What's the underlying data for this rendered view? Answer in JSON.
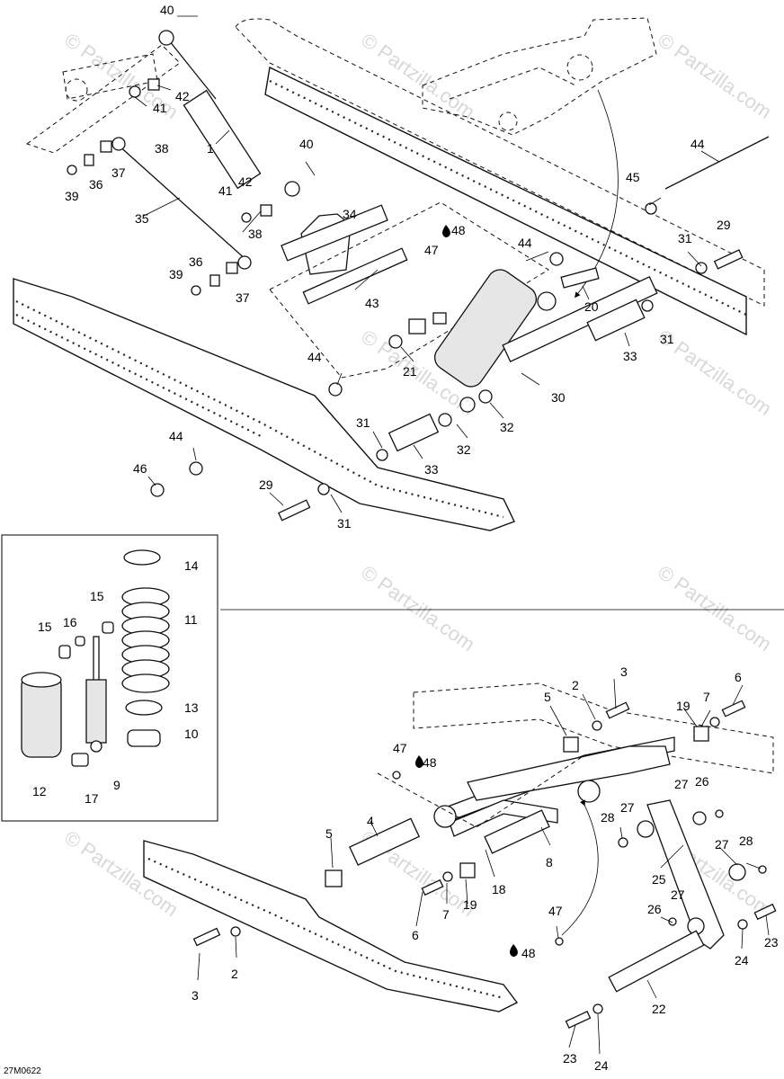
{
  "watermark": {
    "text": "Partzilla.com",
    "copyright_symbol": "©"
  },
  "site_stamp": "© Partzilla.com",
  "figure_code": "27M0622",
  "callouts_top": [
    "40",
    "42",
    "41",
    "38",
    "1",
    "40",
    "42",
    "41",
    "37",
    "36",
    "39",
    "35",
    "34",
    "47",
    "48",
    "38",
    "36",
    "39",
    "37",
    "43",
    "44",
    "45",
    "44",
    "29",
    "31",
    "20",
    "21",
    "31",
    "33",
    "30",
    "32",
    "44",
    "31",
    "32",
    "33",
    "44",
    "46",
    "29",
    "31"
  ],
  "callouts_inset": [
    "14",
    "15",
    "16",
    "15",
    "11",
    "13",
    "10",
    "12",
    "17",
    "9"
  ],
  "callouts_bottom": [
    "3",
    "2",
    "5",
    "6",
    "7",
    "19",
    "47",
    "48",
    "4",
    "5",
    "8",
    "18",
    "19",
    "7",
    "6",
    "28",
    "27",
    "26",
    "27",
    "27",
    "28",
    "25",
    "47",
    "48",
    "27",
    "26",
    "24",
    "23",
    "2",
    "3",
    "22",
    "23",
    "24"
  ]
}
